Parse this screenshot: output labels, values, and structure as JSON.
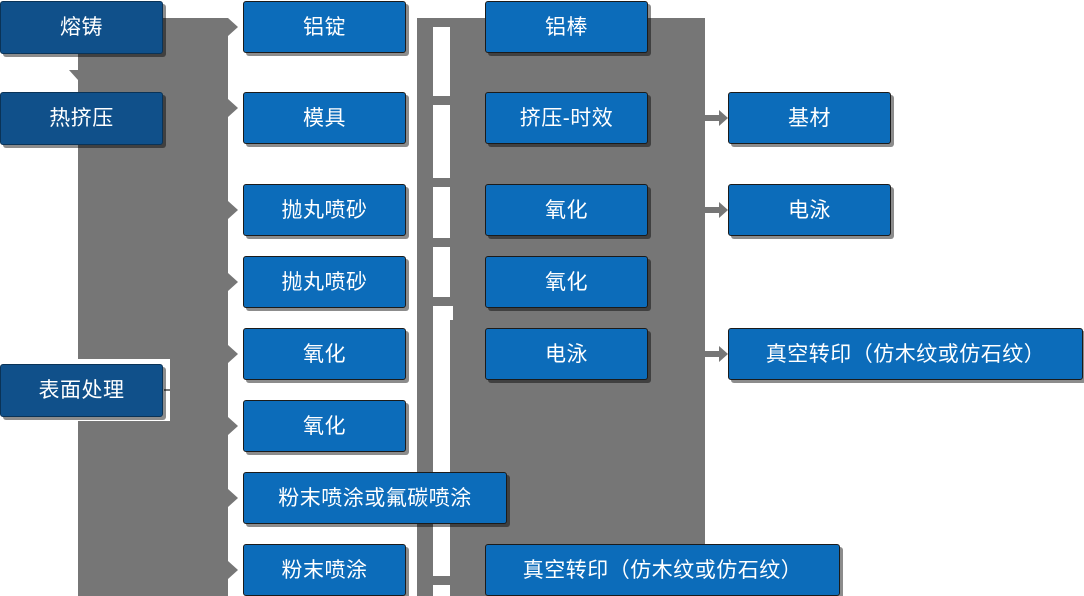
{
  "diagram": {
    "type": "process-flow",
    "title": "",
    "palette": {
      "stage_box": "#10508a",
      "process_box": "#0c6cba",
      "connector": "#767676",
      "background": "#ffffff",
      "text": "#ffffff"
    },
    "columns": [
      {
        "id": "stages",
        "name": "stage-column",
        "nodes": [
          {
            "id": "stage-1",
            "label": "熔铸",
            "style": "dark"
          },
          {
            "id": "stage-2",
            "label": "热挤压",
            "style": "dark"
          },
          {
            "id": "stage-3",
            "label": "表面处理",
            "style": "dark"
          }
        ]
      },
      {
        "id": "col2",
        "name": "process-column-2",
        "nodes": [
          {
            "id": "c2-1",
            "label": "铝锭",
            "style": "light"
          },
          {
            "id": "c2-2",
            "label": "模具",
            "style": "light"
          },
          {
            "id": "c2-3",
            "label": "抛丸喷砂",
            "style": "light"
          },
          {
            "id": "c2-4",
            "label": "抛丸喷砂",
            "style": "light"
          },
          {
            "id": "c2-5",
            "label": "氧化",
            "style": "light"
          },
          {
            "id": "c2-6",
            "label": "氧化",
            "style": "light"
          },
          {
            "id": "c2-7",
            "label": "粉末喷涂或氟碳喷涂",
            "style": "light"
          },
          {
            "id": "c2-8",
            "label": "粉末喷涂",
            "style": "light"
          }
        ]
      },
      {
        "id": "col3",
        "name": "process-column-3",
        "nodes": [
          {
            "id": "c3-1",
            "label": "铝棒",
            "style": "light"
          },
          {
            "id": "c3-2",
            "label": "挤压-时效",
            "style": "light"
          },
          {
            "id": "c3-3",
            "label": "氧化",
            "style": "light"
          },
          {
            "id": "c3-4",
            "label": "氧化",
            "style": "light"
          },
          {
            "id": "c3-5",
            "label": "电泳",
            "style": "light"
          },
          {
            "id": "c3-6",
            "label": "真空转印（仿木纹或仿石纹）",
            "style": "light"
          }
        ]
      },
      {
        "id": "col4",
        "name": "output-column-4",
        "nodes": [
          {
            "id": "c4-1",
            "label": "基材",
            "style": "light"
          },
          {
            "id": "c4-2",
            "label": "电泳",
            "style": "light"
          },
          {
            "id": "c4-3",
            "label": "真空转印（仿木纹或仿石纹）",
            "style": "light"
          }
        ]
      }
    ]
  }
}
